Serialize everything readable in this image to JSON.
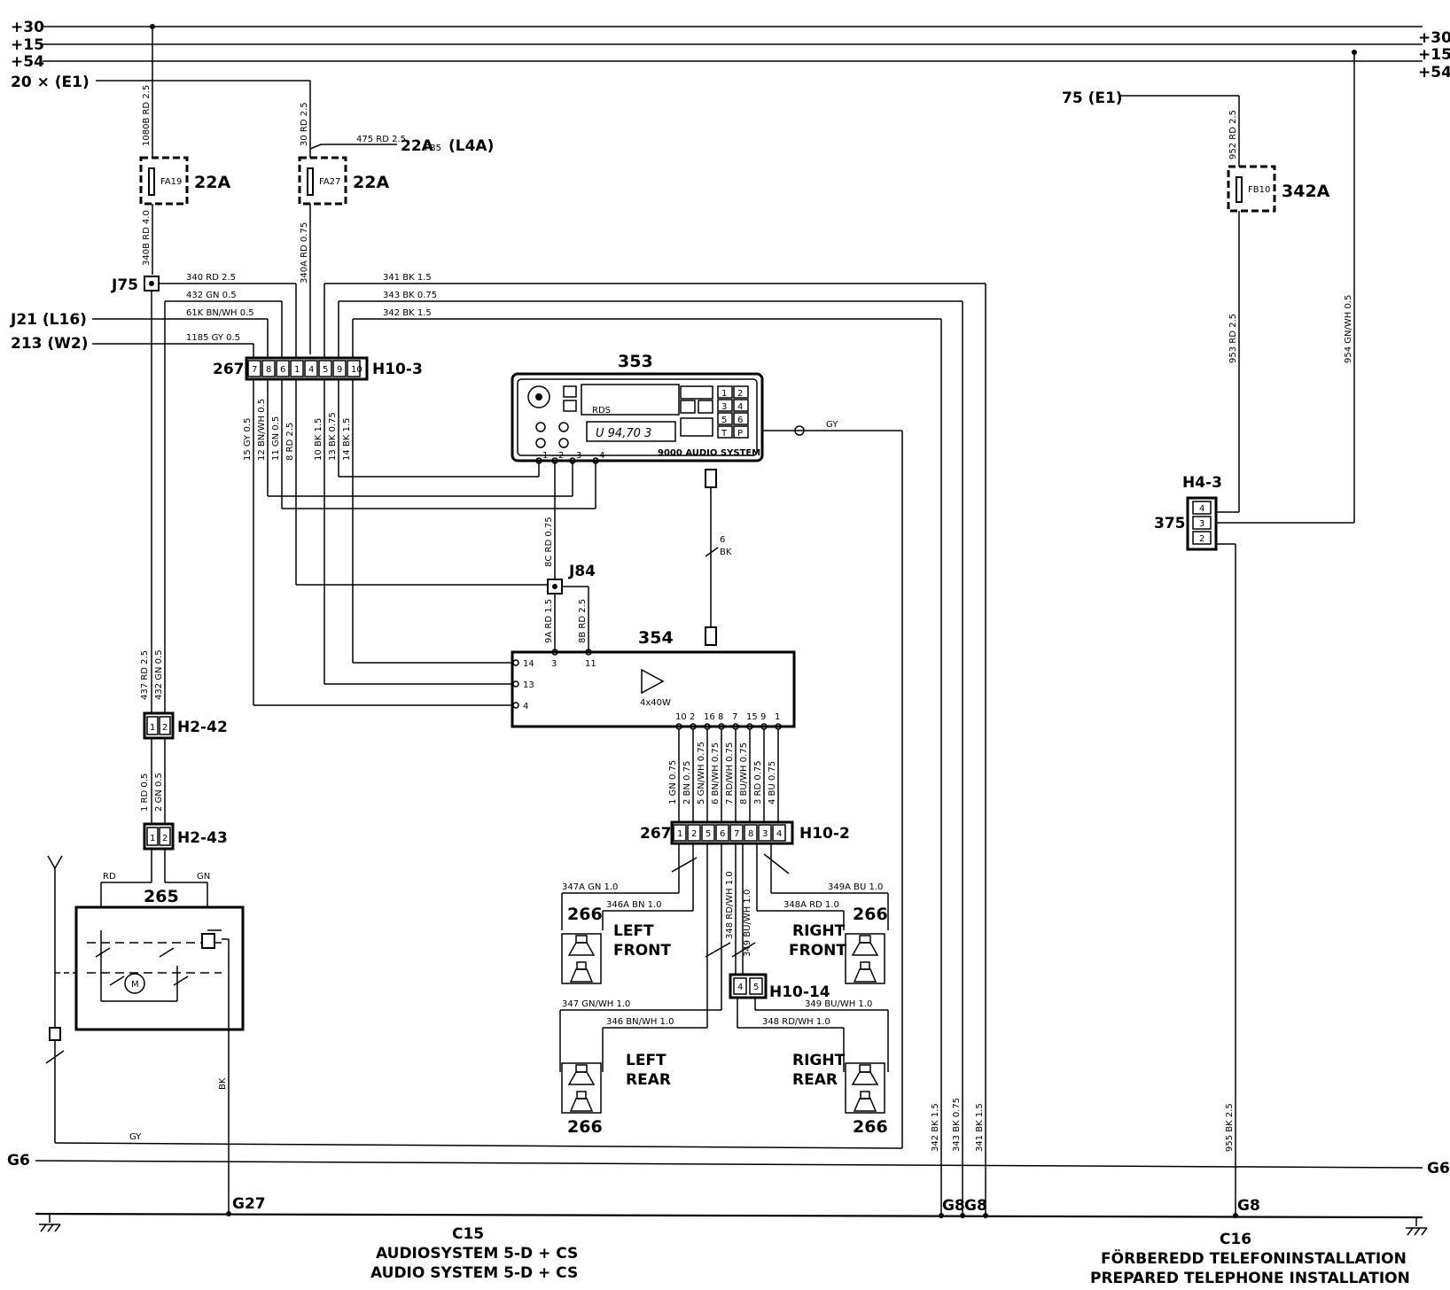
{
  "rails": {
    "p30": "+30",
    "p15": "+15",
    "p54": "+54",
    "p30r": "+30",
    "p15r": "+15",
    "p54r": "+54",
    "g6": "G6",
    "g6r": "G6"
  },
  "refs": {
    "e1_left": "20 ×  (E1)",
    "j21": "J21 (L16)",
    "w2": "213 (W2)",
    "l4a": "22A",
    "l4a_sub": "FB5",
    "l4a_ref": "(L4A)",
    "e1_right": "75 (E1)"
  },
  "fuses": {
    "fa19": "FA19",
    "fa19_ref": "22A",
    "fa27": "FA27",
    "fa27_ref": "22A",
    "fb10": "FB10",
    "fb10_ref": "342A"
  },
  "junctions": {
    "j75": "J75",
    "j84": "J84"
  },
  "connectors": {
    "h10_3": "H10-3",
    "h10_3_ref": "267",
    "h10_2": "H10-2",
    "h10_2_ref": "267",
    "h10_14": "H10-14",
    "h2_42": "H2-42",
    "h2_43": "H2-43",
    "h4_3": "H4-3",
    "h4_3_ref": "375",
    "h10_3_pins": [
      "7",
      "8",
      "6",
      "1",
      "4",
      "5",
      "9",
      "10"
    ],
    "h10_2_pins": [
      "1",
      "2",
      "5",
      "6",
      "7",
      "8",
      "3",
      "4"
    ],
    "h10_14_pins": [
      "4",
      "5"
    ],
    "h2_42_pins": [
      "1",
      "2"
    ],
    "h2_43_pins": [
      "1",
      "2"
    ],
    "h4_3_pins": [
      "4",
      "3",
      "2"
    ]
  },
  "components": {
    "radio": {
      "id": "353",
      "rds": "RDS",
      "display": "U 94,70 3",
      "brand": "9000 AUDIO SYSTEM",
      "keys": [
        "1",
        "2",
        "3",
        "4",
        "5",
        "6",
        "T",
        "P"
      ],
      "pins": [
        "1",
        "2",
        "3",
        "4"
      ]
    },
    "amp": {
      "id": "354",
      "power": "4x40W",
      "pins_left": [
        "14",
        "13",
        "4"
      ],
      "pins_top": [
        "3",
        "11"
      ],
      "pins_bottom": [
        "10",
        "2",
        "16",
        "8",
        "7",
        "15",
        "9",
        "1"
      ]
    },
    "antenna": {
      "id": "265",
      "motor": "M"
    },
    "spk_lf": {
      "id": "266",
      "label1": "LEFT",
      "label2": "FRONT"
    },
    "spk_rf": {
      "id": "266",
      "label1": "RIGHT",
      "label2": "FRONT"
    },
    "spk_lr": {
      "id": "266",
      "label1": "LEFT",
      "label2": "REAR"
    },
    "spk_rr": {
      "id": "266",
      "label1": "RIGHT",
      "label2": "REAR"
    }
  },
  "wires": {
    "w1080b": "1080B RD 2.5",
    "w340b": "340B RD 4.0",
    "w30": "30 RD 2.5",
    "w340a": "340A RD 0.75",
    "w475": "475 RD 2.5",
    "w340": "340 RD 2.5",
    "w432": "432 GN 0.5",
    "w61k": "61K BN/WH 0.5",
    "w1185": "1185 GY 0.5",
    "w341": "341 BK 1.5",
    "w343": "343 BK 0.75",
    "w342": "342 BK 1.5",
    "w15": "15 GY 0.5",
    "w12": "12 BN/WH 0.5",
    "w11": "11 GN 0.5",
    "w8": "8 RD 2.5",
    "w10": "10 BK 1.5",
    "w13": "13 BK 0.75",
    "w14": "14 BK 1.5",
    "w8c": "8C RD 0.75",
    "w9a": "9A RD 1.5",
    "w8b": "8B RD 2.5",
    "w6bk_a": "6",
    "w6bk_b": "BK",
    "wgy": "GY",
    "w437": "437 RD 2.5",
    "w432b": "432 GN 0.5",
    "w1rd": "1 RD 0.5",
    "w2gn": "2 GN 0.5",
    "wrd": "RD",
    "wgn": "GN",
    "wbk": "BK",
    "wgy2": "GY",
    "w952": "952 RD 2.5",
    "w953": "953 RD 2.5",
    "w954": "954 GN/WH 0.5",
    "w955": "955 BK 2.5",
    "s1": "1 GN 0.75",
    "s2": "2 BN 0.75",
    "s5": "5 GN/WH 0.75",
    "s6": "6 BN/WH 0.75",
    "s7": "7 RD/WH 0.75",
    "s8": "8 BU/WH 0.75",
    "s3": "3 RD 0.75",
    "s4": "4 BU 0.75",
    "w347a": "347A GN 1.0",
    "w346a": "346A BN 1.0",
    "w349a": "349A BU 1.0",
    "w348a": "348A RD 1.0",
    "w348rd": "348 RD/WH 1.0",
    "w349bu": "349 BU/WH 1.0",
    "w347": "347 GN/WH 1.0",
    "w346": "346 BN/WH 1.0",
    "w349b": "349 BU/WH 1.0",
    "w348b": "348 RD/WH 1.0",
    "g342": "342 BK 1.5",
    "g343": "343 BK 0.75",
    "g341": "341 BK 1.5"
  },
  "grounds": {
    "g27": "G27",
    "g8a": "G8",
    "g8b": "G8",
    "g8c": "G8"
  },
  "footer": {
    "c15": "C15",
    "c15_l1": "AUDIOSYSTEM 5-D + CS",
    "c15_l2": "AUDIO SYSTEM 5-D + CS",
    "c16": "C16",
    "c16_l1": "FÖRBEREDD TELEFONINSTALLATION",
    "c16_l2": "PREPARED TELEPHONE INSTALLATION"
  }
}
